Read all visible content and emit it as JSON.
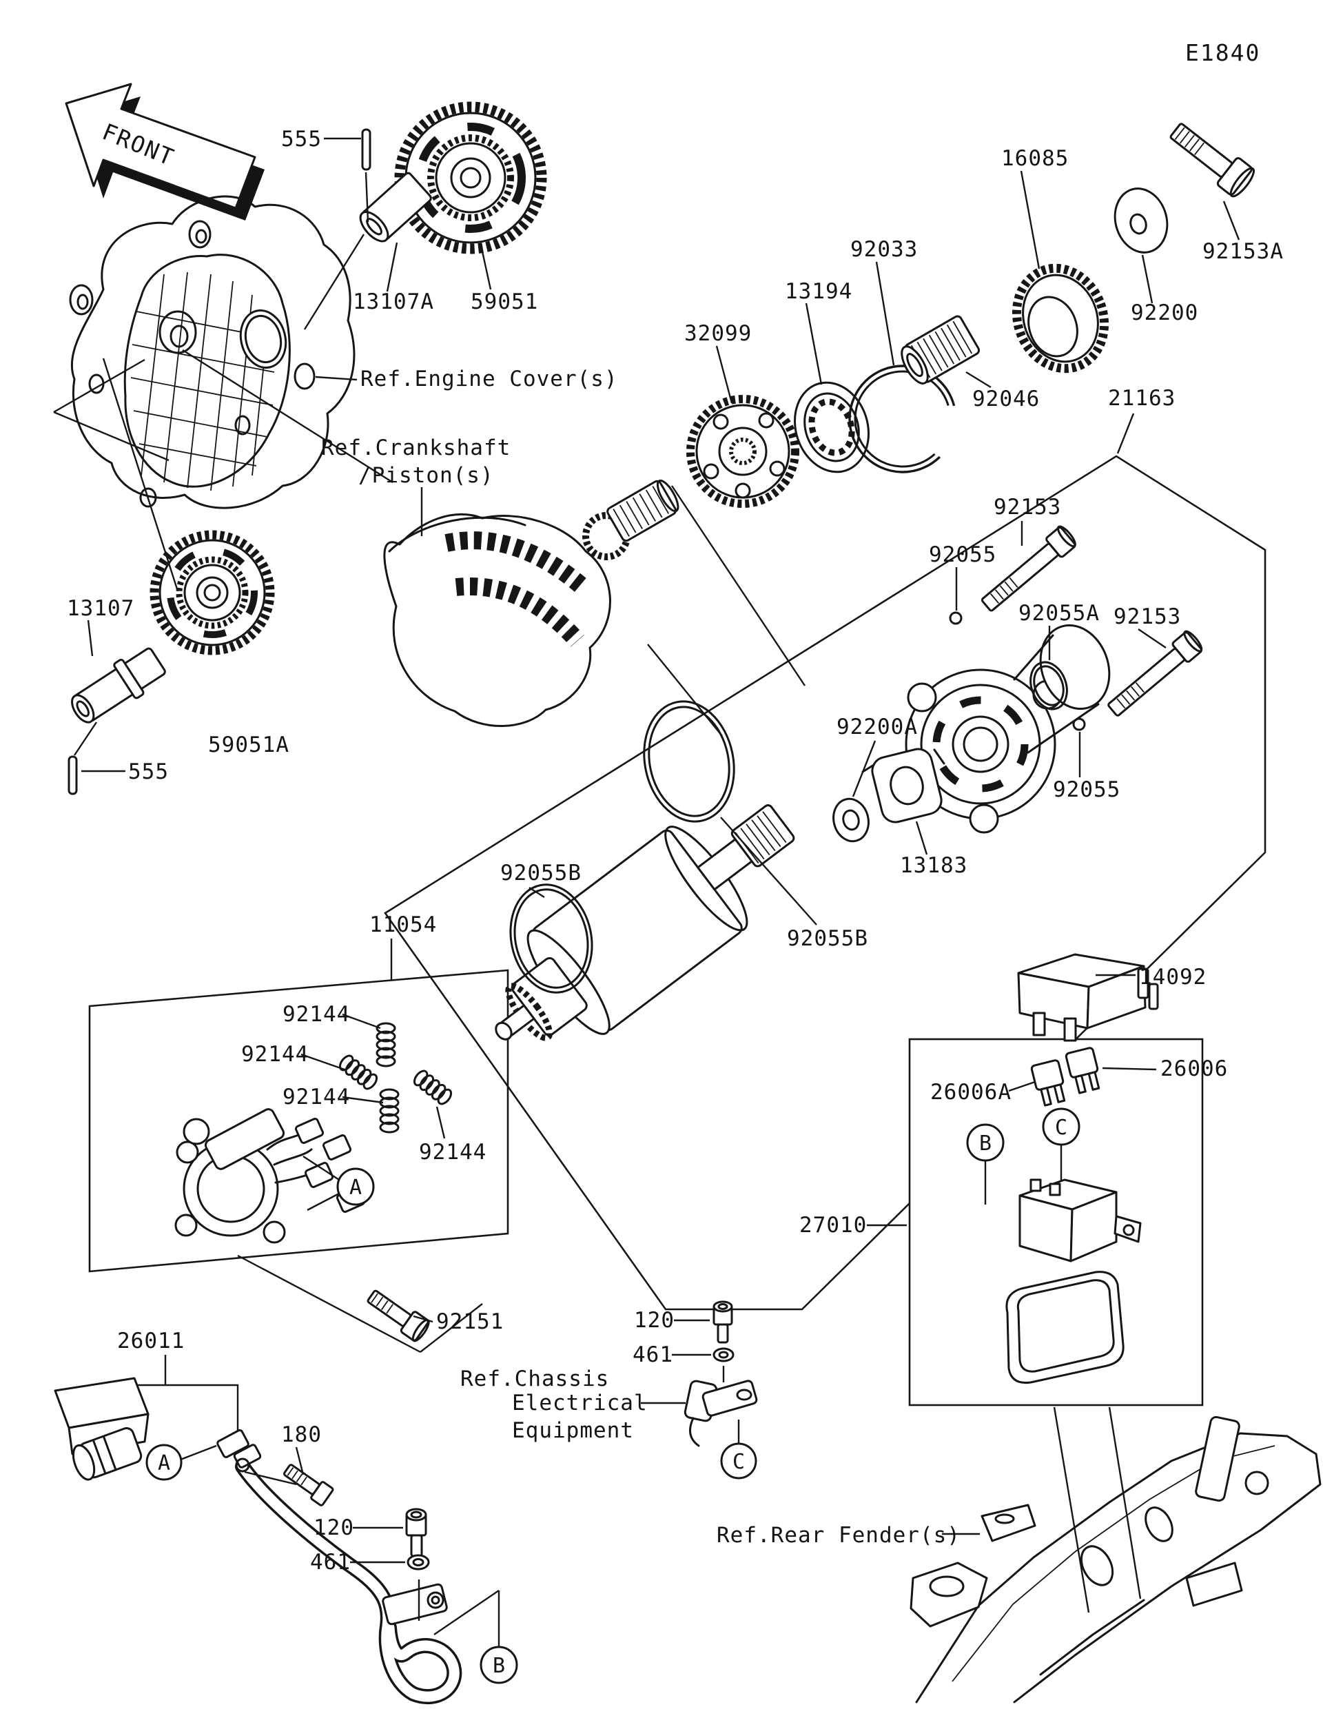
{
  "diagram": {
    "code": "E1840",
    "front_flag": "FRONT",
    "parts": {
      "p555": "555",
      "p13107a": "13107A",
      "p59051": "59051",
      "p13107": "13107",
      "p59051a": "59051A",
      "p32099": "32099",
      "p13194": "13194",
      "p92033": "92033",
      "p92046": "92046",
      "p16085": "16085",
      "p92153a": "92153A",
      "p92200": "92200",
      "p21163": "21163",
      "p92153": "92153",
      "p92055": "92055",
      "p92055a": "92055A",
      "p92055b": "92055B",
      "p92200a": "92200A",
      "p13183": "13183",
      "p11054": "11054",
      "p92144": "92144",
      "p14092": "14092",
      "p26006": "26006",
      "p26006a": "26006A",
      "p27010": "27010",
      "p92151": "92151",
      "p26011": "26011",
      "p180": "180",
      "p120": "120",
      "p461": "461"
    },
    "references": {
      "engine_cover": "Ref.Engine Cover(s)",
      "crankshaft_line1": "Ref.Crankshaft",
      "crankshaft_line2": "/Piston(s)",
      "chassis_line1": "Ref.Chassis",
      "chassis_line2": "Electrical",
      "chassis_line3": "Equipment",
      "rear_fender": "Ref.Rear Fender(s)"
    },
    "callouts": {
      "a": "A",
      "b": "B",
      "c": "C"
    },
    "colors": {
      "ink": "#141414",
      "paper": "#ffffff"
    }
  }
}
